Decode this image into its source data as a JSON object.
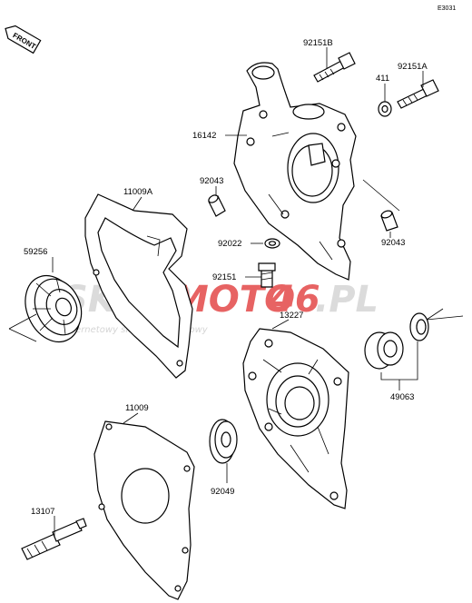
{
  "diagram_code": "E3031",
  "front_label": "FRONT",
  "watermark": {
    "brand_a": "SKLEP",
    "brand_b": "MOTO",
    "brand_c": "46",
    "brand_d": ".PL",
    "tagline": "internetowy sklep motocyklowy"
  },
  "colors": {
    "line": "#000000",
    "watermark_grey": "#c8c8c8",
    "watermark_red": "#e03030"
  },
  "part_numbers": [
    "92151B",
    "92151A",
    "411",
    "16142",
    "11009A",
    "92043",
    "92043",
    "92022",
    "59256",
    "92151",
    "13227",
    "49063",
    "11009",
    "92049",
    "13107"
  ]
}
